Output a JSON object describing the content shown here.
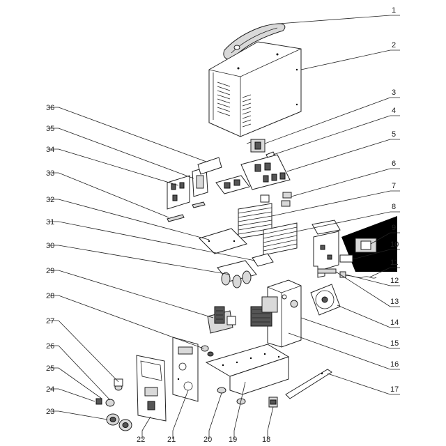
{
  "callouts": {
    "c1": "1",
    "c2": "2",
    "c3": "3",
    "c4": "4",
    "c5": "5",
    "c6": "6",
    "c7": "7",
    "c8": "8",
    "c9": "9",
    "c10": "10",
    "c11": "11",
    "c12": "12",
    "c13": "13",
    "c14": "14",
    "c15": "15",
    "c16": "16",
    "c17": "17",
    "c18": "18",
    "c19": "19",
    "c20": "20",
    "c21": "21",
    "c22": "22",
    "c23": "23",
    "c24": "24",
    "c25": "25",
    "c26": "26",
    "c27": "27",
    "c28": "28",
    "c29": "29",
    "c30": "30",
    "c31": "31",
    "c32": "32",
    "c33": "33",
    "c34": "34",
    "c35": "35",
    "c36": "36"
  }
}
